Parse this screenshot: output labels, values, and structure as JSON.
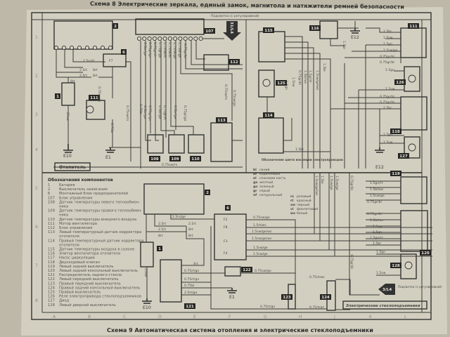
{
  "header": {
    "title": "Схема 8  Электрические зеркала, единый замок, магнитола и натяжители ремней безопасности"
  },
  "caption": "Схема 9  Автоматическая система отопления и электрические стеклоподъемники",
  "grid": {
    "rows": [
      "1",
      "2",
      "3",
      "4",
      "5",
      "6",
      "7",
      "8"
    ],
    "columns": [
      "A",
      "B",
      "C",
      "D",
      "E",
      "F",
      "G",
      "H",
      "J",
      "K",
      "L"
    ]
  },
  "sections": {
    "heater": "Отопитель",
    "windows": "Электрические стеклоподъемники"
  },
  "components": [
    "2",
    "6",
    "107",
    "112",
    "1",
    "111",
    "108",
    "109",
    "110",
    "113",
    "115",
    "116",
    "111",
    "125",
    "126",
    "114",
    "118",
    "127",
    "2",
    "6",
    "1",
    "122",
    "121",
    "123",
    "124",
    "119",
    "120",
    "128"
  ],
  "grounds": [
    "E10",
    "E1",
    "E12",
    "E12",
    "E10",
    "E1"
  ],
  "fuses": [
    "F7",
    "F2",
    "F8",
    "F3",
    "F4"
  ],
  "connectors": [
    {
      "label": "31/L4",
      "note": "Подсветка (с регулировкой)"
    },
    {
      "label": "3/L4",
      "note": "Подсветка (с регулировкой)"
    }
  ],
  "wires": {
    "upper_left": [
      "2.5rs/rt",
      "2.5rt",
      "2.5rt",
      "8rt",
      "8rt",
      "8rt",
      "25sw",
      "0.75sw/rs",
      "0.75br",
      "0.75sw/rs",
      "0.75br",
      "0.5br/ge",
      "0.75gr/gn",
      "0.75gr/rt",
      "0.75gr/ge",
      "0.75sw/rs",
      "0.75sw/bl",
      "0.75sw/gn",
      "0.75br/gn",
      "0.75gr/bl",
      "0.5br/ge",
      "0.75gr/gn",
      "0.5br/ge",
      "0.75gr/rt",
      "0.5br/ge",
      "0.75gr/ge",
      "0.75sw/rs",
      "0.75sw/gn",
      "0.75sw/rs"
    ],
    "upper_right": [
      "1.5br",
      "1.5sw",
      "1.5gn",
      "1.5sw/ge",
      "0.75gr/bl",
      "0.75gr/bl",
      "1.5gn",
      "1.5sw",
      "0.75gr/bl",
      "0.75gr/bl",
      "1.5br",
      "1.5gn",
      "1.5sw",
      "1.5br",
      "1.5br",
      "1.5sw/ge/ws",
      "1.5gr/rt",
      "1.5bl/ws",
      "0.75gr/bl",
      "1.5sw",
      "1.5gn",
      "1.5br"
    ],
    "lower_left": [
      "2.5rs/ge",
      "2.5rt",
      "2.5rt",
      "2.5rt",
      "8rt",
      "8rt",
      "8rt",
      "25sw",
      "4rt",
      "0.75rt/gn",
      "0.75rt/gn",
      "0.75br",
      "2.5rt/ge",
      "0.75sw/ge",
      "1.5rt/ws",
      "1.5sw/ge/ws",
      "1.5sw/ge/ws",
      "1.5sw/ge",
      "1.5sw/ge",
      "0.75sw/ge",
      "0.75rt/gn",
      "0.75rt/ws",
      "0.75rt/gn"
    ],
    "lower_right": [
      "1.5gn/rt",
      "1.5bl/ws",
      "1.5sw/ge",
      "0.75gr/bl",
      "0.75gr/bl",
      "1.5bl/ws",
      "1.5sw",
      "1.5gn",
      "1.5gn/rt",
      "1.5br",
      "1.5gn",
      "1.5sw",
      "0.75gr/bl",
      "1.5sw/ge/ws",
      "1.5br",
      "1.5sw/ge",
      "1.5sw/ge",
      "0.75gr/bl"
    ]
  },
  "legend": {
    "title": "Обозначения компонентов",
    "items": [
      {
        "num": "1",
        "text": "Батарея"
      },
      {
        "num": "2",
        "text": "Выключатель зажигания"
      },
      {
        "num": "6",
        "text": "Монтажный блок предохранителей"
      },
      {
        "num": "107",
        "text": "Блок управления"
      },
      {
        "num": "108",
        "text": "Датчик температуры левого теплообмен-"
      },
      {
        "num": "",
        "text": "ника"
      },
      {
        "num": "109",
        "text": "Датчик температуры правого теплообмен-"
      },
      {
        "num": "",
        "text": "ника"
      },
      {
        "num": "110",
        "text": "Датчик температуры внешнего воздуха"
      },
      {
        "num": "111",
        "text": "Мотор вентилятора"
      },
      {
        "num": "112",
        "text": "Блок управления"
      },
      {
        "num": "113",
        "text": "Левый температурный датчик корректора"
      },
      {
        "num": "",
        "text": "отопителя"
      },
      {
        "num": "114",
        "text": "Правый температурный датчик корректора"
      },
      {
        "num": "",
        "text": "отопителя"
      },
      {
        "num": "115",
        "text": "Датчик температуры воздуха в салоне"
      },
      {
        "num": "116",
        "text": "Элитор вентилятора отопителя"
      },
      {
        "num": "117",
        "text": "Насос циркуляции"
      },
      {
        "num": "118",
        "text": "Двухходовый клапан"
      },
      {
        "num": "119",
        "text": "Левый задний выключатель"
      },
      {
        "num": "120",
        "text": "Левый задний консольный выключатель"
      },
      {
        "num": "121",
        "text": "Распределитель заднего стекла"
      },
      {
        "num": "122",
        "text": "Левый передний выключатель"
      },
      {
        "num": "123",
        "text": "Правый передний выключатель"
      },
      {
        "num": "124",
        "text": "Правый задний консольный выключатель"
      },
      {
        "num": "125",
        "text": "Правый выключатель"
      },
      {
        "num": "126",
        "text": "Реле электропривода стеклоподъемников"
      },
      {
        "num": "127",
        "text": "Диод"
      },
      {
        "num": "128",
        "text": "Левый дверной выключатель"
      }
    ]
  },
  "color_legend": {
    "title": "Обозначение цвета изоляции электропроводов",
    "items": [
      {
        "code": "bl",
        "name": "синий"
      },
      {
        "code": "br",
        "name": "коричневый"
      },
      {
        "code": "el",
        "name": "слоновая кость"
      },
      {
        "code": "ge",
        "name": "желтый"
      },
      {
        "code": "gn",
        "name": "зеленый"
      },
      {
        "code": "gr",
        "name": "серый"
      },
      {
        "code": "nf",
        "name": "натуральный"
      },
      {
        "code": "rs",
        "name": "розовый"
      },
      {
        "code": "rt",
        "name": "красный"
      },
      {
        "code": "sw",
        "name": "черный"
      },
      {
        "code": "vi",
        "name": "фиолетовый"
      },
      {
        "code": "ws",
        "name": "белый"
      }
    ]
  }
}
